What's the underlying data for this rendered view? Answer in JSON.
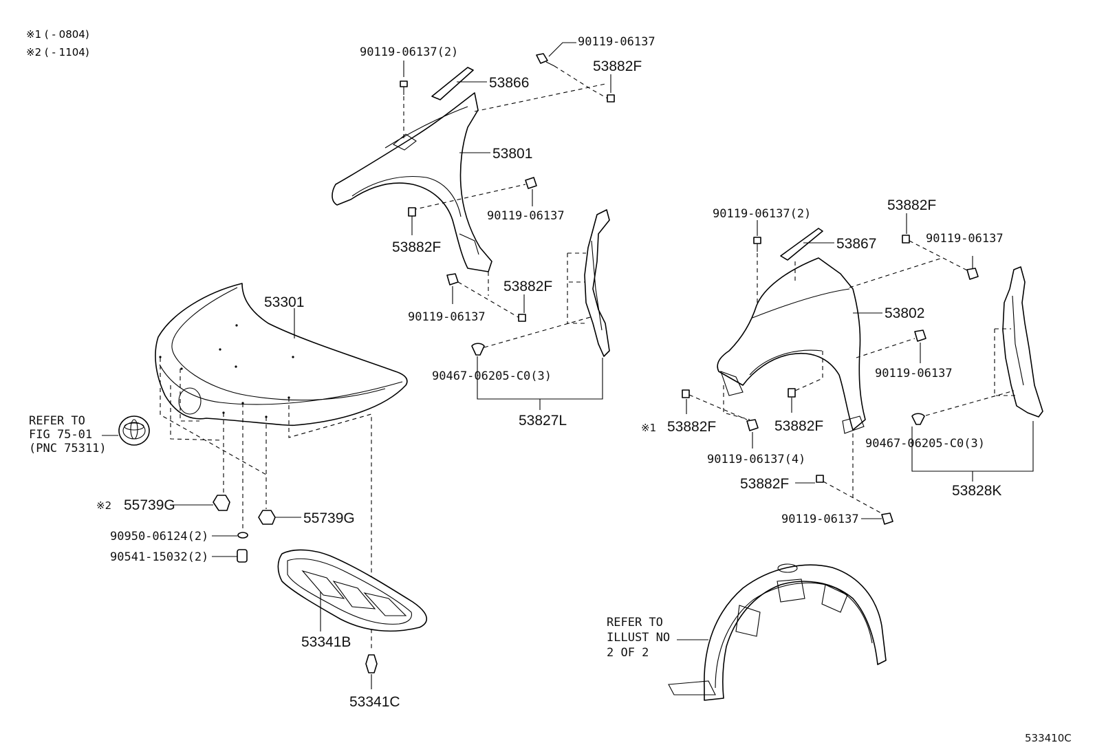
{
  "notes": {
    "note1": "※1 (    - 0804)",
    "note2": "※2 (    - 1104)"
  },
  "labels": {
    "bolt_top_2": "90119-06137(2)",
    "bolt_top_single": "90119-06137",
    "f_top_right": "53882F",
    "part_53866": "53866",
    "part_53801": "53801",
    "bolt_mid": "90119-06137",
    "f_left_lower": "53882F",
    "f_mid": "53882F",
    "bolt_lower_left": "90119-06137",
    "clip_left": "90467-06205-C0(3)",
    "part_53827L": "53827L",
    "part_53301": "53301",
    "refer_fig_1": "REFER TO",
    "refer_fig_2": "FIG 75-01",
    "refer_fig_3": "(PNC 75311)",
    "mark2": "※2",
    "part_55739G_a": "55739G",
    "part_55739G_b": "55739G",
    "part_90950": "90950-06124(2)",
    "part_90541": "90541-15032(2)",
    "part_53341B": "53341B",
    "part_53341C": "53341C",
    "bolt_right_2": "90119-06137(2)",
    "f_right_top": "53882F",
    "part_53867": "53867",
    "bolt_right_top": "90119-06137",
    "part_53802": "53802",
    "bolt_right_mid": "90119-06137",
    "mark1": "※1",
    "f_right_left": "53882F",
    "f_right_center": "53882F",
    "bolt_right_4": "90119-06137(4)",
    "clip_right": "90467-06205-C0(3)",
    "f_right_bottom": "53882F",
    "part_53828K": "53828K",
    "bolt_right_bottom": "90119-06137",
    "refer_illust_1": "REFER TO",
    "refer_illust_2": "ILLUST NO",
    "refer_illust_3": "2 OF 2",
    "figure_id": "533410C"
  }
}
